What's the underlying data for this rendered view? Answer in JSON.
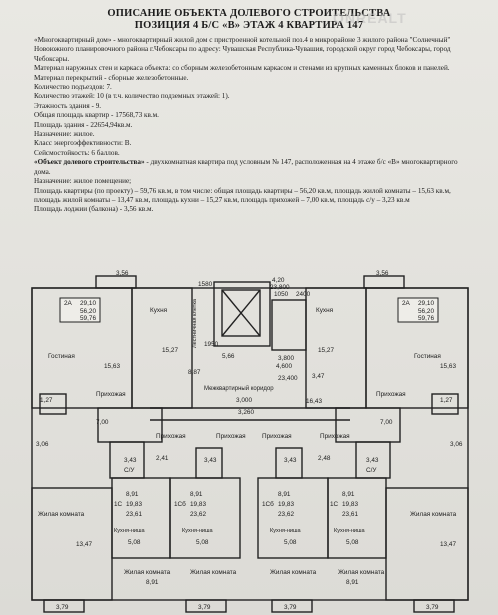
{
  "header": {
    "title_line1": "ОПИСАНИЕ ОБЪЕКТА ДОЛЕВОГО СТРОИТЕЛЬСТВА",
    "title_line2": "ПОЗИЦИЯ 4 Б/С «В» ЭТАЖ 4 КВАРТИРА 147",
    "watermark": "ONREALT"
  },
  "description": {
    "p1": "«Многоквартирный дом» - многоквартирный жилой дом с пристроенной котельной поз.4 в микрорайоне 3 жилого района \"Солнечный\" Новоюжного планировочного района г.Чебоксары по адресу: Чувашская Республика-Чувашия, городской округ город Чебоксары, город Чебоксары.",
    "p2": "Материал наружных стен и каркаса объекта: со сборным железобетонным каркасом и стенами из крупных каменных блоков и панелей.",
    "p3": "Материал перекрытий - сборные железобетонные.",
    "p4": "Количество подъездов: 7.",
    "p5": "Количество этажей: 10 (в т.ч. количество подземных этажей: 1).",
    "p6": "Этажность здания - 9.",
    "p7": "Общая площадь квартир - 17568,73 кв.м.",
    "p8": "Площадь здания - 22654,94кв.м.",
    "p9": "Назначение: жилое.",
    "p10": "Класс энергоэффективности: В.",
    "p11": "Сейсмостойкость: 6 баллов.",
    "object_bold": "«Объект долевого строительства»",
    "object_rest": " - двухкомнатная квартира под условным № 147, расположенная на 4 этаже б/с «В» многоквартирного дома.",
    "p13": "Назначение: жилое помещение;",
    "p14": "Площадь квартиры (по проекту) – 59,76 кв.м, в том числе: общая площадь квартиры – 56,20 кв.м, площадь жилой комнаты – 15,63 кв.м, площадь жилой комнаты – 13,47 кв.м, площадь кухни – 15,27 кв.м, площадь прихожей – 7,00 кв.м, площадь с/у – 3,23 кв.м",
    "p15": "Площадь лоджии (балкона) - 3,56 кв.м."
  },
  "plan": {
    "top_dim": "3,56",
    "top_dim_right": "3,56",
    "stair_dims": [
      "1580",
      "1050",
      "2400"
    ],
    "stair_area_1": "5,66",
    "stair_area_2": "4,20",
    "stair_area_3": "23,800",
    "stair_area_4": "3,800",
    "lift_label": "Лестничная клетка",
    "corridor_label": "Межквартирный коридор",
    "corridor_area": "16,43",
    "corridor_val_a": "4,600",
    "corridor_val_b": "23,400",
    "corridor_val_c": "3,000",
    "corridor_val_d": "3,260",
    "corridor_val_e": "1950",
    "corridor_val_f": "3,47",
    "corridor_val_g": "8,87",
    "left_box": {
      "type": "2А",
      "v1": "29,10",
      "v2": "56,20",
      "v3": "59,76"
    },
    "right_box": {
      "type": "2А",
      "v1": "29,10",
      "v2": "56,20",
      "v3": "59,76"
    },
    "rooms": {
      "kitchen": "Кухня",
      "living": "Гостиная",
      "hall": "Прихожая",
      "bedroom": "Жилая комната",
      "kitchen_niche": "Кухня-ниша",
      "bath": "С/У"
    },
    "vals": {
      "kitchen_area": "15,27",
      "living_area": "15,63",
      "hall_area": "7,00",
      "bath_area": "3,43",
      "balcony_area": "1,27",
      "small_area": "3,06",
      "bedroom_area": "13,47",
      "hall_small": "2,41",
      "hall_small_b": "2,48",
      "studio_a_total": "8,91",
      "studio_a_sum": "19,83",
      "studio_a_full": "23,61",
      "studio_b_total": "8,91",
      "studio_b_sum": "19,83",
      "studio_b_full": "23,62",
      "studio_c_total": "8,91",
      "studio_c_sum": "19,83",
      "studio_c_full": "23,62",
      "studio_d_total": "8,91",
      "studio_d_sum": "19,83",
      "studio_d_full": "23,61",
      "niche_area": "5,08",
      "bottom_room_area": "8,91",
      "balcony_bottom": "3,79",
      "type_1c": "1С",
      "type_1cb": "1Сб"
    }
  }
}
